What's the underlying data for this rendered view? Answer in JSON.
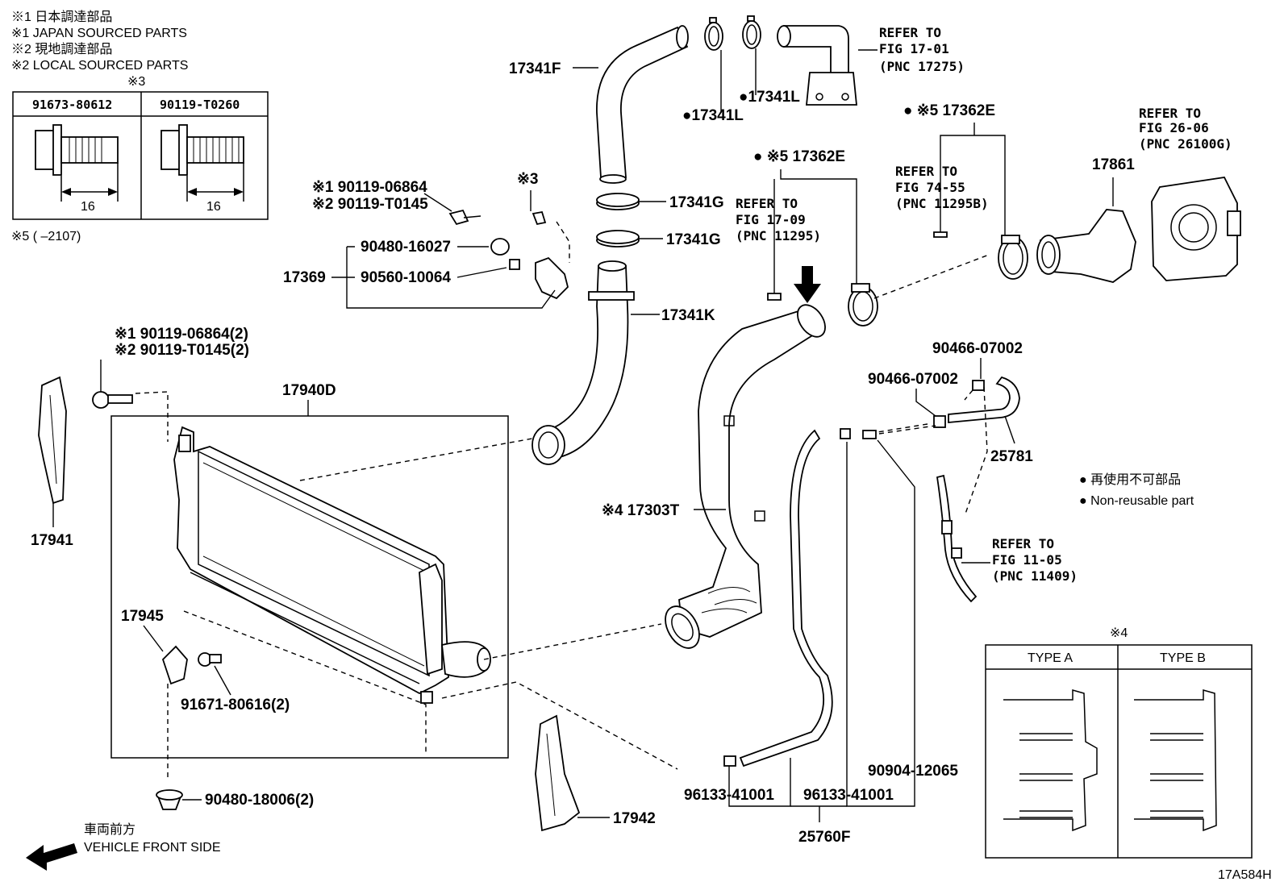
{
  "legend": {
    "l1": "※1  日本調達部品",
    "l2": "※1  JAPAN SOURCED PARTS",
    "l3": "※2  現地調達部品",
    "l4": "※2  LOCAL SOURCED PARTS",
    "l5": "※5 (          –2107)"
  },
  "bolt_table": {
    "mark": "※3",
    "col1": "91673-80612",
    "col2": "90119-T0260",
    "len1": "16",
    "len2": "16"
  },
  "type_table": {
    "mark": "※4",
    "col1": "TYPE A",
    "col2": "TYPE B"
  },
  "non_reusable": {
    "jp": "● 再使用不可部品",
    "en": "● Non-reusable part"
  },
  "front": {
    "jp": "車両前方",
    "en": "VEHICLE FRONT SIDE"
  },
  "figure_code": "17A584H",
  "labels": {
    "p17341F": "17341F",
    "p17341L_a": "●17341L",
    "p17341L_b": "●17341L",
    "p17341G_a": "17341G",
    "p17341G_b": "17341G",
    "p17341K": "17341K",
    "p17369": "17369",
    "p90119_06864": "※1 90119-06864",
    "p90119_T0145": "※2 90119-T0145",
    "p90480_16027": "90480-16027",
    "p90560_10064": "90560-10064",
    "mark3": "※3",
    "p90119_06864_2": "※1 90119-06864(2)",
    "p90119_T0145_2": "※2 90119-T0145(2)",
    "p17940D": "17940D",
    "p17941": "17941",
    "p17945": "17945",
    "p91671": "91671-80616(2)",
    "p90480_18006": "90480-18006(2)",
    "p17942": "17942",
    "p17303T": "※4  17303T",
    "p17362E_a": "● ※5 17362E",
    "p17362E_b": "● ※5 17362E",
    "p17861": "17861",
    "p90466_a": "90466-07002",
    "p90466_b": "90466-07002",
    "p25781": "25781",
    "p96133_a": "96133-41001",
    "p96133_b": "96133-41001",
    "p90904": "90904-12065",
    "p25760F": "25760F"
  },
  "refs": {
    "r1701": {
      "l1": "REFER TO",
      "l2": "FIG 17-01",
      "l3": "(PNC 17275)"
    },
    "r1709": {
      "l1": "REFER TO",
      "l2": "FIG 17-09",
      "l3": "(PNC 11295)"
    },
    "r7455": {
      "l1": "REFER TO",
      "l2": "FIG 74-55",
      "l3": "(PNC 11295B)"
    },
    "r2606": {
      "l1": "REFER TO",
      "l2": "FIG 26-06",
      "l3": "(PNC 26100G)"
    },
    "r1105": {
      "l1": "REFER TO",
      "l2": "FIG 11-05",
      "l3": "(PNC 11409)"
    }
  }
}
